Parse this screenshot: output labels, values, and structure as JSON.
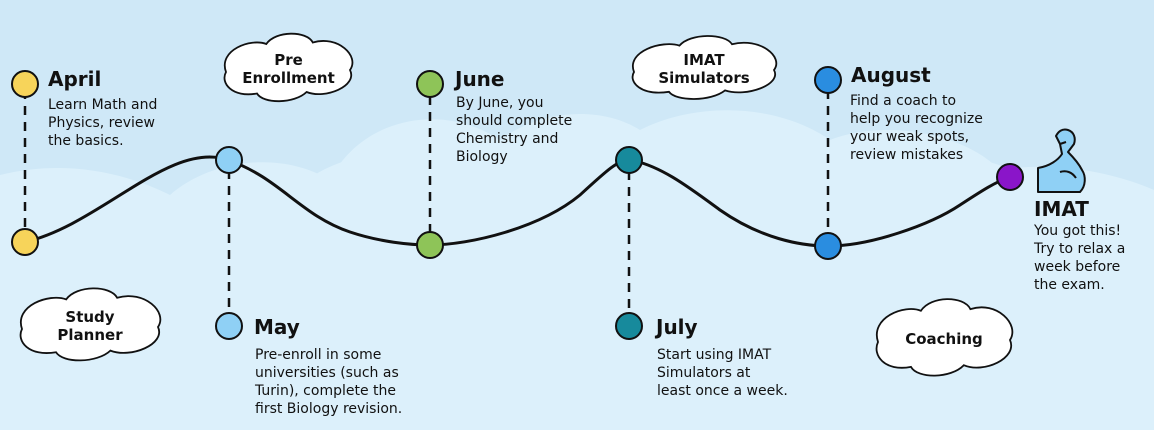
{
  "colors": {
    "background": "#cfe8f7",
    "cloud_back": "#dcf0fb",
    "line": "#111111",
    "yellow": "#f7d45a",
    "light_blue": "#8fd0f5",
    "green": "#8ec458",
    "teal": "#178a9c",
    "blue": "#2a8de0",
    "purple": "#8a15c9"
  },
  "nodes": [
    {
      "title": "April",
      "desc": "Learn Math and\nPhysics, review\nthe basics.",
      "color": "yellow"
    },
    {
      "title": "May",
      "desc": "Pre-enroll in some\nuniversities (such as\nTurin), complete the\nfirst Biology revision.",
      "color": "light_blue"
    },
    {
      "title": "June",
      "desc": "By June, you\nshould complete\nChemistry and\nBiology",
      "color": "green"
    },
    {
      "title": "July",
      "desc": "Start using IMAT\nSimulators at\nleast once a week.",
      "color": "teal"
    },
    {
      "title": "August",
      "desc": "Find a coach to\nhelp you recognize\nyour weak spots,\nreview mistakes",
      "color": "blue"
    },
    {
      "title": "IMAT",
      "desc": "You got this!\nTry to relax a\nweek before\nthe exam.",
      "color": "purple"
    }
  ],
  "clouds": [
    {
      "label": "Pre\nEnrollment"
    },
    {
      "label": "IMAT\nSimulators"
    },
    {
      "label": "Study\nPlanner"
    },
    {
      "label": "Coaching"
    }
  ],
  "icons": {
    "finish": "flexed-arm-icon"
  }
}
